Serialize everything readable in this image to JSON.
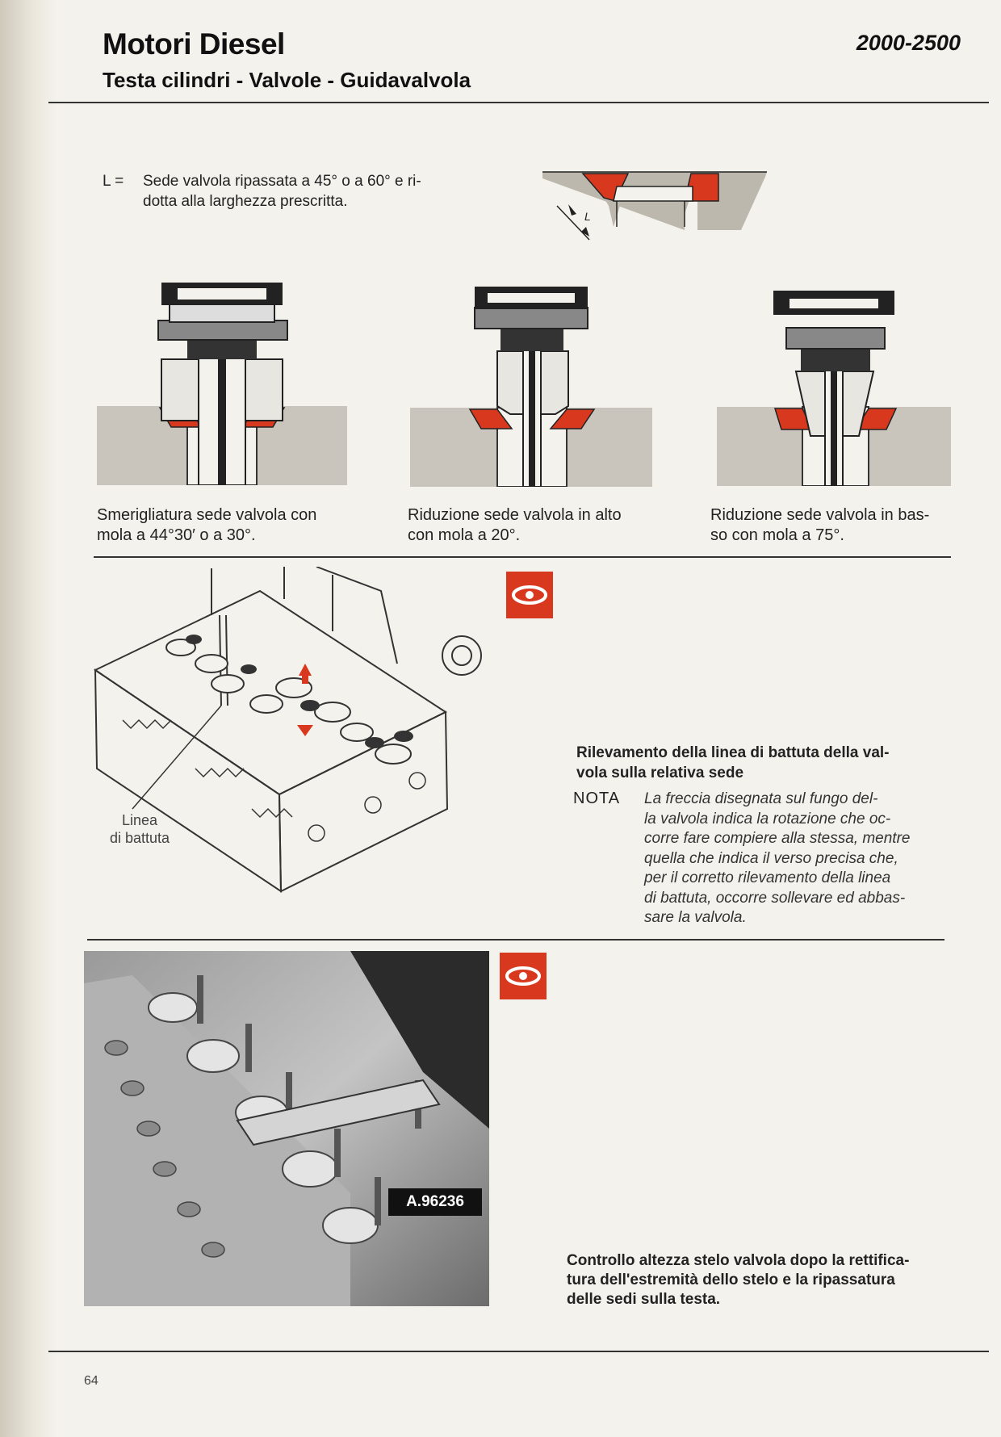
{
  "header": {
    "title": "Motori Diesel",
    "subtitle": "Testa cilindri - Valvole - Guidavalvola",
    "model": "2000-2500"
  },
  "intro": {
    "key": "L =",
    "line1": "Sede valvola ripassata a 45° o a 60° e ri-",
    "line2": "dotta alla larghezza prescritta.",
    "dim_label": "L"
  },
  "figures": [
    {
      "caption_line1": "Smerigliatura sede valvola con",
      "caption_line2": "mola a 44°30′ o a 30°."
    },
    {
      "caption_line1": "Riduzione sede valvola in alto",
      "caption_line2": "con mola a 20°."
    },
    {
      "caption_line1": "Riduzione sede valvola in bas-",
      "caption_line2": "so con mola a 75°."
    }
  ],
  "section2": {
    "heading_line1": "Rilevamento della linea di battuta della val-",
    "heading_line2": "vola sulla relativa sede",
    "nota_label": "NOTA",
    "nota_lines": [
      "La freccia disegnata sul fungo del-",
      "la valvola indica la rotazione che oc-",
      "corre fare compiere alla stessa, mentre",
      "quella che indica il verso precisa che,",
      "per il corretto rilevamento della linea",
      "di battuta, occorre sollevare ed abbas-",
      "sare la valvola."
    ],
    "callout_line1": "Linea",
    "callout_line2": "di battuta"
  },
  "section3": {
    "tool_label": "A.96236",
    "caption_lines": [
      "Controllo altezza stelo valvola dopo la rettifica-",
      "tura dell'estremità dello stelo e la ripassatura",
      "delle sedi sulla testa."
    ]
  },
  "footer": {
    "page_number": "64"
  },
  "colors": {
    "accent_red": "#d8391e",
    "text": "#222222",
    "paper": "#f4f2ec",
    "stone": "#c9c5bd"
  }
}
